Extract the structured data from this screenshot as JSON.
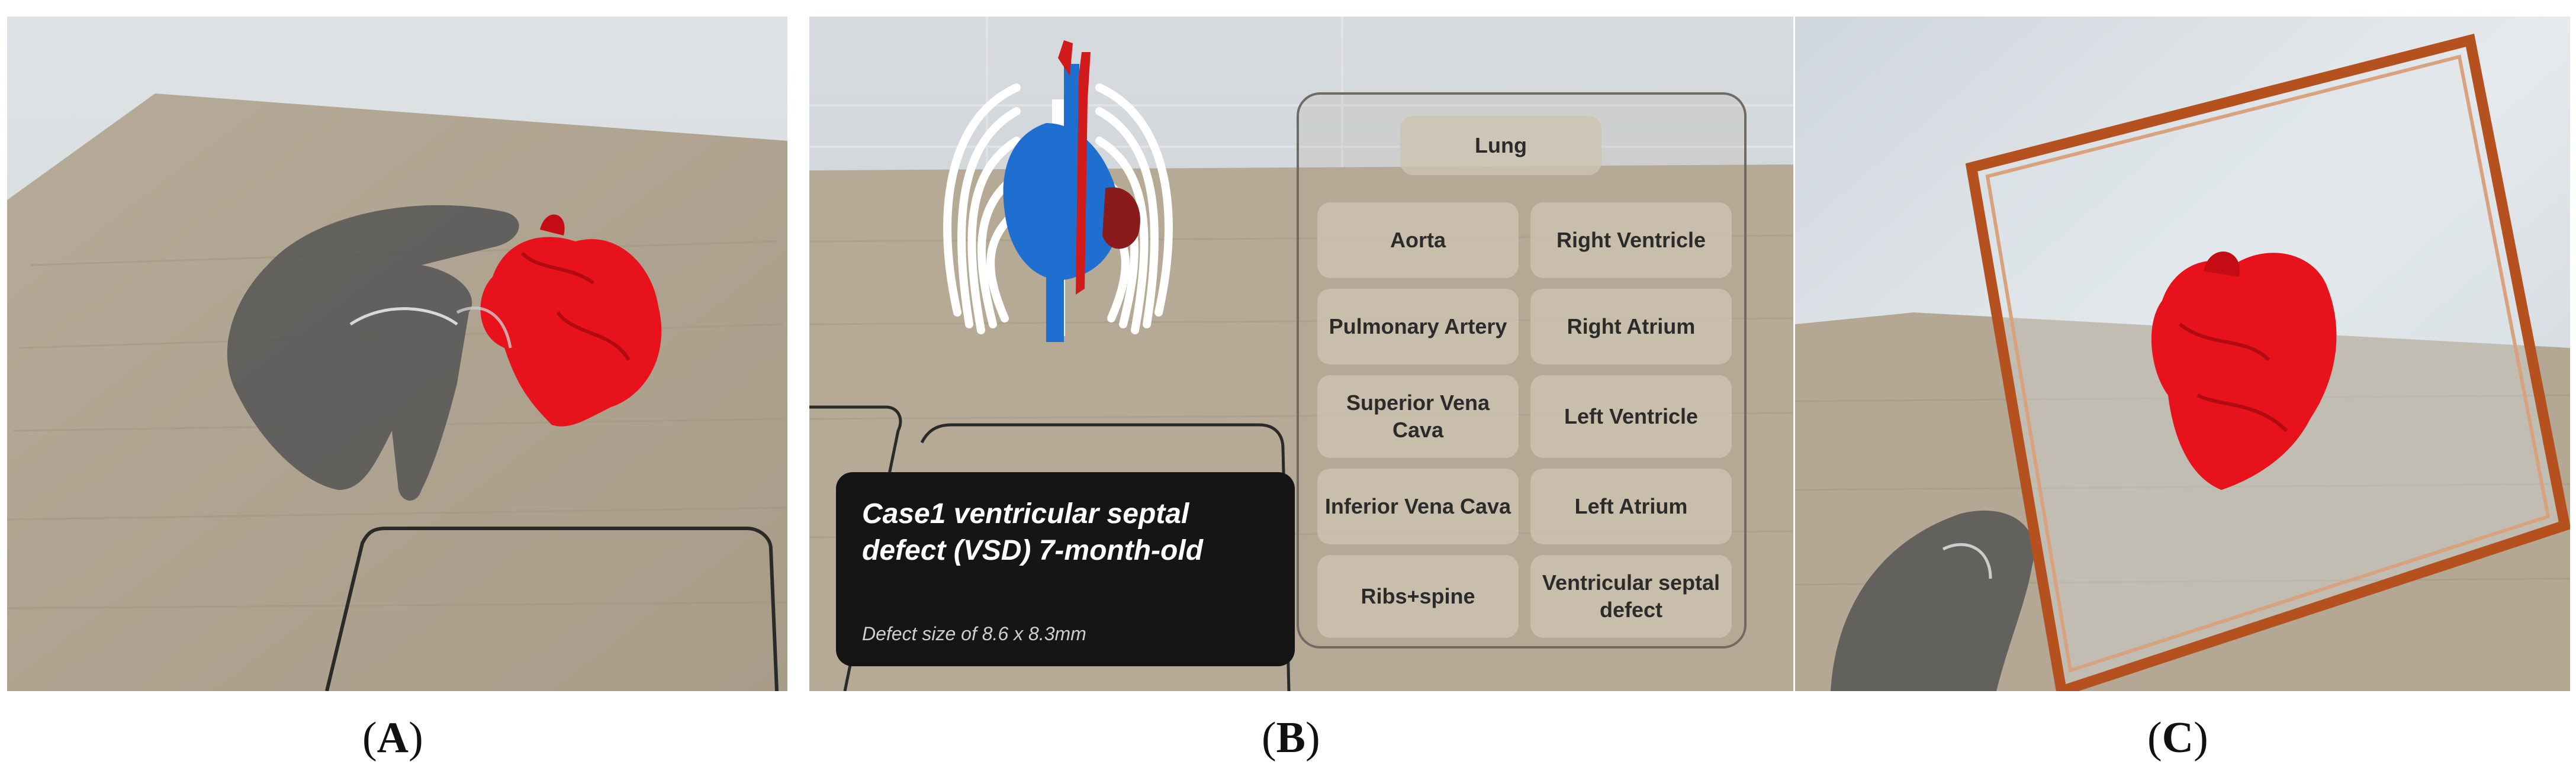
{
  "panels": [
    {
      "id": "A",
      "caption": "A"
    },
    {
      "id": "B",
      "caption": "B"
    },
    {
      "id": "C",
      "caption": "C"
    }
  ],
  "menu": {
    "lung": "Lung",
    "buttons": [
      {
        "left": "Aorta",
        "right": "Right Ventricle"
      },
      {
        "left": "Pulmonary Artery",
        "right": "Right Atrium"
      },
      {
        "left": "Superior Vena Cava",
        "right": "Left Ventricle"
      },
      {
        "left": "Inferior Vena Cava",
        "right": "Left Atrium"
      },
      {
        "left": "Ribs+spine",
        "right": "Ventricular septal defect"
      }
    ]
  },
  "case": {
    "title_line1": "Case1 ventricular septal",
    "title_line2": "defect (VSD)   7-month-old",
    "subtitle": "Defect size of 8.6 x 8.3mm"
  },
  "colors": {
    "heart_red": "#e8121c",
    "vessel_blue": "#1f6fd1",
    "table_tan": "#b9ad9c",
    "frame_orange": "#b5501f"
  }
}
